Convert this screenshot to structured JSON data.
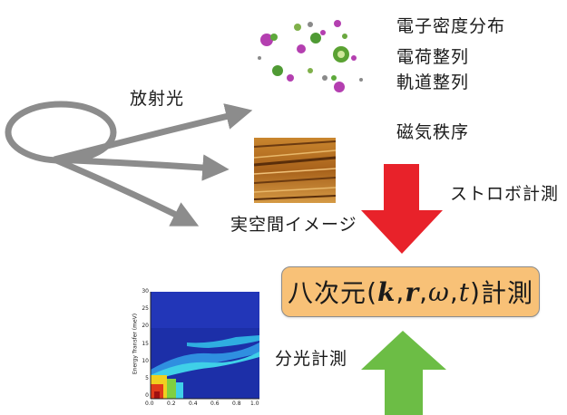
{
  "labels": {
    "radiation": "放射光",
    "electron_density": "電子密度分布",
    "charge_order": "電荷整列",
    "orbital_order": "軌道整列",
    "magnetic_order": "磁気秩序",
    "strobo": "ストロボ計測",
    "real_space": "実空間イメージ",
    "spectroscopy": "分光計測"
  },
  "center": {
    "prefix": "八次元",
    "open_paren": "(",
    "k": "k",
    "comma1": ",",
    "r": "r",
    "comma2": ",",
    "omega": "ω",
    "comma3": ",",
    "t": "t",
    "close_paren": ")",
    "suffix": "計測"
  },
  "spectrum_plot": {
    "ylabel": "Energy Transfer (meV)",
    "y_ticks": [
      "0",
      "5",
      "10",
      "15",
      "20",
      "25",
      "30"
    ],
    "x_ticks": [
      "0.0",
      "0.2",
      "0.4",
      "0.6",
      "0.8",
      "1.0"
    ]
  },
  "colors": {
    "ring": "#8c8c8c",
    "red_arrow": "#e8222a",
    "green_arrow": "#6cbd45",
    "box_fill": "#f8c177"
  },
  "icons": [
    "electron-density-cloud-icon",
    "surface-micrograph-image",
    "spectral-heatmap-image"
  ]
}
